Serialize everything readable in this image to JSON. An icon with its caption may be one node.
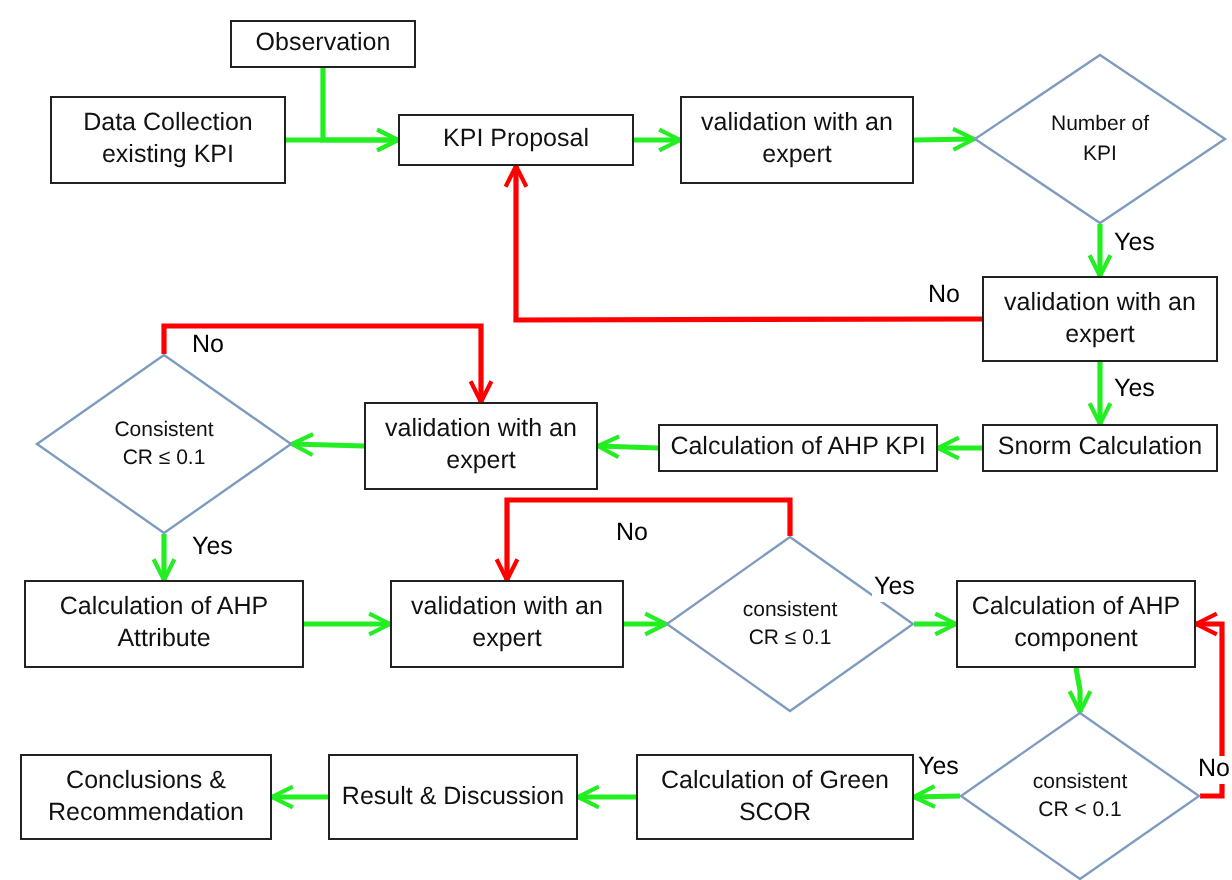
{
  "diagram": {
    "nodes": [
      {
        "text": [
          "Observation"
        ]
      },
      {
        "text": [
          "Data Collection existing KPI"
        ]
      },
      {
        "text": [
          "KPI  Proposal"
        ]
      },
      {
        "text": [
          "validation with an expert"
        ]
      },
      {
        "text": [
          "Number of KPI"
        ]
      },
      {
        "text": [
          "validation with an expert"
        ]
      },
      {
        "text": [
          "Snorm Calculation"
        ]
      },
      {
        "text": [
          "Calculation of AHP KPI"
        ]
      },
      {
        "text": [
          "validation with an expert"
        ]
      },
      {
        "text": [
          "Consistent CR ≤ 0.1"
        ]
      },
      {
        "text": [
          "Calculation of AHP Attribute"
        ]
      },
      {
        "text": [
          "validation with an expert"
        ]
      },
      {
        "text": [
          "consistent CR ≤ 0.1"
        ]
      },
      {
        "text": [
          "Calculation of AHP component"
        ]
      },
      {
        "text": [
          "consistent CR < 0.1"
        ]
      },
      {
        "text": [
          "Calculation of Green SCOR"
        ]
      },
      {
        "text": [
          "Result & Discussion"
        ]
      },
      {
        "text": [
          "Conclusions & Recommendation"
        ]
      }
    ],
    "edges": [
      {
        "from": 0,
        "to": 2,
        "arrow": "to"
      },
      {
        "from": 1,
        "to": 2,
        "arrow": "to"
      },
      {
        "from": 2,
        "to": 3,
        "arrow": "to"
      },
      {
        "from": 3,
        "to": 4,
        "arrow": "to"
      },
      {
        "from": 4,
        "to": 5,
        "arrow": "to",
        "label": "Yes"
      },
      {
        "from": 5,
        "to": 2,
        "arrow": "to",
        "label": "No",
        "color": "#ff0000"
      },
      {
        "from": 5,
        "to": 6,
        "arrow": "to",
        "label": "Yes"
      },
      {
        "from": 6,
        "to": 7,
        "arrow": "to"
      },
      {
        "from": 7,
        "to": 8,
        "arrow": "to"
      },
      {
        "from": 8,
        "to": 9,
        "arrow": "to"
      },
      {
        "from": 9,
        "to": 8,
        "arrow": "to",
        "label": "No",
        "color": "#ff0000"
      },
      {
        "from": 9,
        "to": 10,
        "arrow": "to",
        "label": "Yes"
      },
      {
        "from": 10,
        "to": 11,
        "arrow": "to"
      },
      {
        "from": 11,
        "to": 12,
        "arrow": "to"
      },
      {
        "from": 12,
        "to": 11,
        "arrow": "to",
        "label": "No",
        "color": "#ff0000"
      },
      {
        "from": 12,
        "to": 13,
        "arrow": "to",
        "label": "Yes"
      },
      {
        "from": 13,
        "to": 14,
        "arrow": "to"
      },
      {
        "from": 14,
        "to": 15,
        "arrow": "to",
        "label": "Yes"
      },
      {
        "from": 14,
        "to": 13,
        "arrow": "to",
        "label": "No",
        "color": "#ff0000"
      },
      {
        "from": 15,
        "to": 16,
        "arrow": "to"
      },
      {
        "from": 16,
        "to": 17,
        "arrow": "to"
      }
    ]
  }
}
